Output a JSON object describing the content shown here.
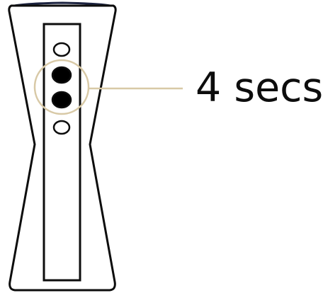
{
  "annotation": {
    "label": "4 secs"
  },
  "indicator": {
    "total_dots": 4,
    "lit_dots": [
      2,
      3
    ],
    "highlight_color": "#d8c9a6",
    "dot_color": "#000000"
  },
  "icons": {
    "device": "led-indicator-device-icon"
  }
}
